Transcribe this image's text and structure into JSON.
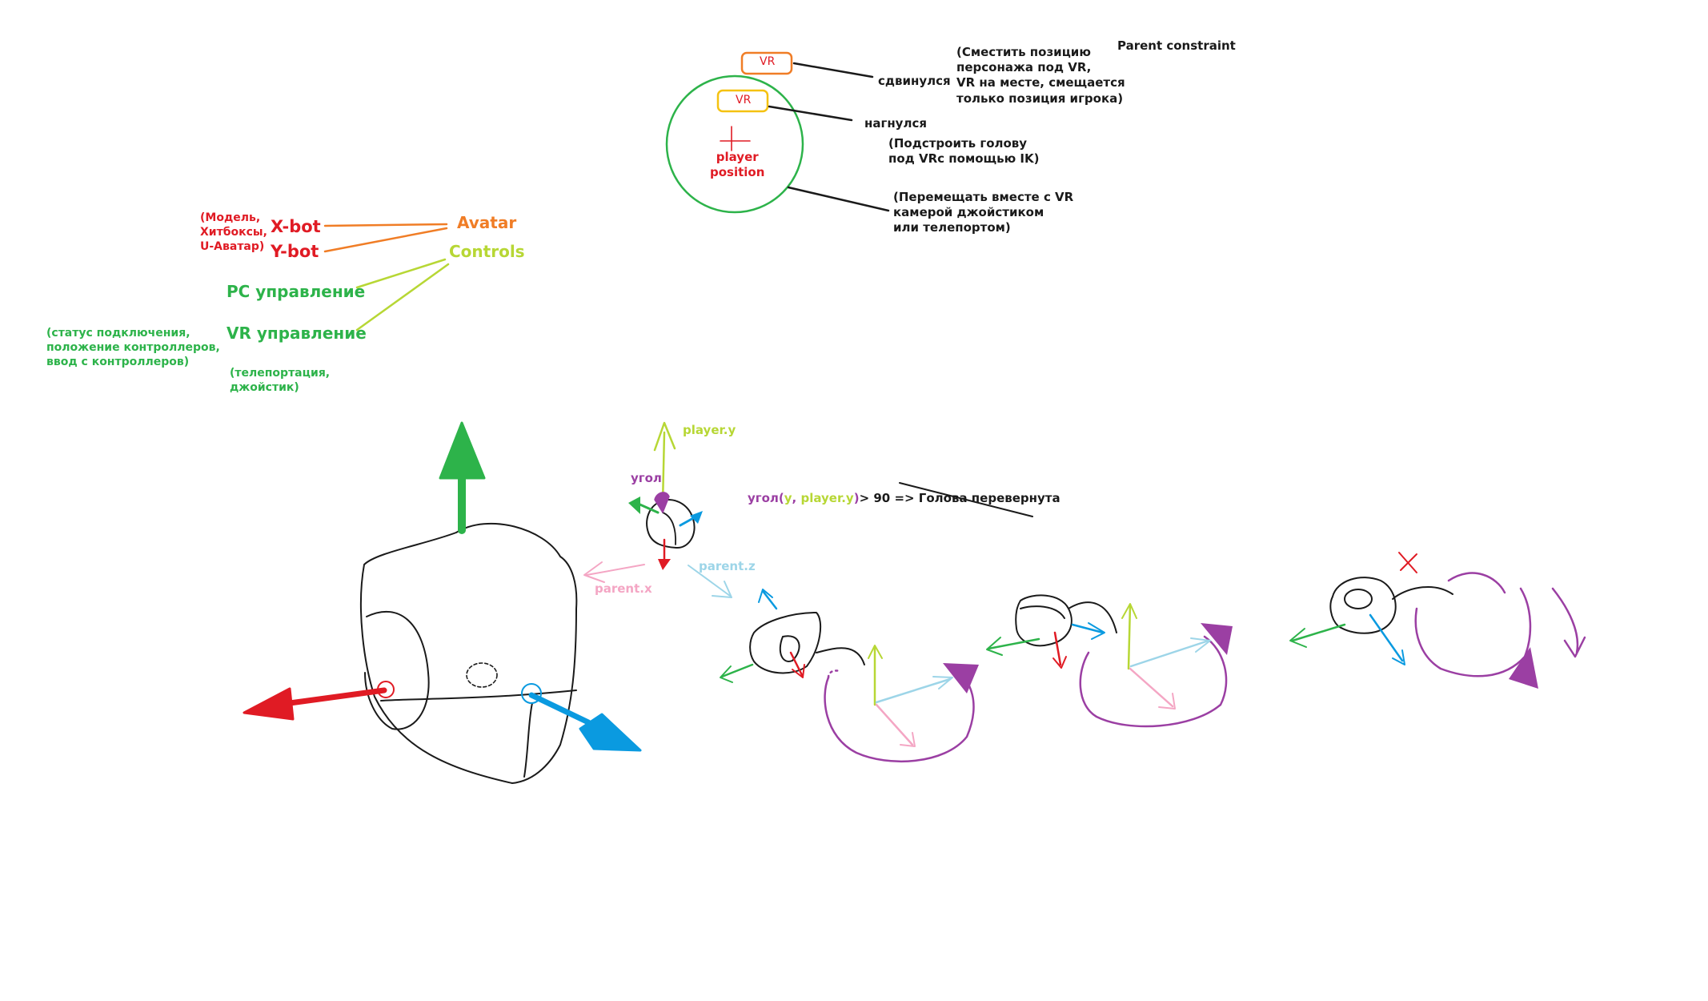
{
  "texts": {
    "parent_constraint": "Parent constraint",
    "vr_box_top": "VR",
    "vr_box_inner": "VR",
    "moved": "сдвинулся",
    "bent": "нагнулся",
    "move_note": "(Сместить позицию\nперсонажа под VR,\nVR на месте, смещается\nтолько позиция игрока)",
    "bent_note": "(Подстроить голову\nпод VRc помощью IK)",
    "circle_note": "(Перемещать вместе с VR\nкамерой джойстиком\nили телепортом)",
    "player_position": "player\nposition",
    "model_note": "(Модель,\nХитбоксы,\nU-Аватар)",
    "xbot": "X-bot",
    "ybot": "Y-bot",
    "avatar": "Avatar",
    "controls": "Controls",
    "pc_control": "PC управление",
    "vr_control": "VR управление",
    "status_note": "(статус подключения,\nположение контроллеров,\nввод с контроллеров)",
    "teleport_note": "(телепортация,\nджойстик)",
    "player_y": "player.y",
    "angle": "угол",
    "parent_x": "parent.x",
    "parent_z": "parent.z",
    "formula": {
      "p1": "угол",
      "p2": "(",
      "p3": "у",
      "p4": ", ",
      "p5": "player.y",
      "p6": ")",
      "p7": "> 90 => Голова перевернута"
    }
  },
  "colors": {
    "black": "#1a1a1a",
    "red": "#e01b24",
    "orange": "#f07d26",
    "yellow": "#f5c211",
    "lime": "#b7d735",
    "green": "#2db34a",
    "blue": "#0a9ae0",
    "purple": "#9b3fa3",
    "pink": "#f4a6c4",
    "sky": "#9dd5e8"
  }
}
